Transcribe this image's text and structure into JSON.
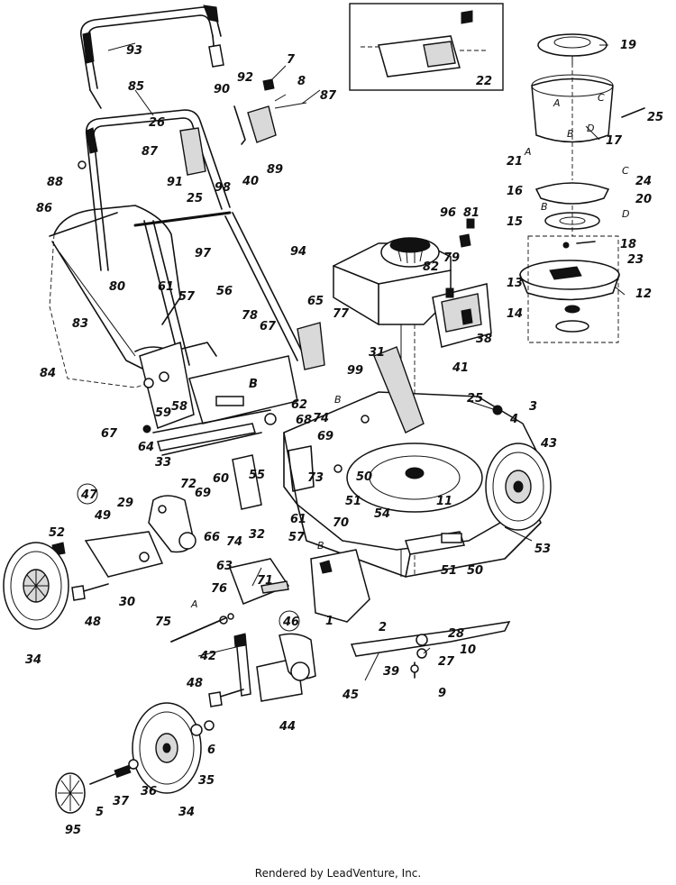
{
  "diagram": {
    "callouts": {
      "c93": "93",
      "c85": "85",
      "c7": "7",
      "c8": "8",
      "c87a": "87",
      "c92": "92",
      "c90": "90",
      "c26": "26",
      "c87b": "87",
      "c91": "91",
      "c89": "89",
      "c40": "40",
      "c25a": "25",
      "c98": "98",
      "c88": "88",
      "c86": "86",
      "c97": "97",
      "c94": "94",
      "c80": "80",
      "c61a": "61",
      "c57a": "57",
      "c56": "56",
      "c78": "78",
      "c65": "65",
      "c83": "83",
      "c67a": "67",
      "c77": "77",
      "c84": "84",
      "c59": "59",
      "c58": "58",
      "cB1": "B",
      "c67b": "67",
      "c64": "64",
      "c33": "33",
      "c72": "72",
      "c69a": "69",
      "c60": "60",
      "c55": "55",
      "c62": "62",
      "c68": "68",
      "c47": "47",
      "c29": "29",
      "c49": "49",
      "c66": "66",
      "c74a": "74",
      "c32": "32",
      "c61b": "61",
      "c57b": "57",
      "c52": "52",
      "c30": "30",
      "c48a": "48",
      "c34a": "34",
      "c63": "63",
      "c71": "71",
      "c76": "76",
      "cA": "A",
      "c75": "75",
      "c46": "46",
      "c1": "1",
      "c2": "2",
      "c42": "42",
      "c48b": "48",
      "c45": "45",
      "c44": "44",
      "c6": "6",
      "c35": "35",
      "c36": "36",
      "c37": "37",
      "c5": "5",
      "c34b": "34",
      "c95": "95",
      "c22": "22",
      "c19": "19",
      "c25b": "25",
      "c17": "17",
      "c21": "21",
      "c16": "16",
      "c24": "24",
      "c20": "20",
      "c15": "15",
      "c18": "18",
      "c23": "23",
      "c13": "13",
      "c12": "12",
      "c14": "14",
      "c96": "96",
      "c81": "81",
      "c82": "82",
      "c79": "79",
      "c38": "38",
      "c41": "41",
      "c31": "31",
      "c99": "99",
      "cB2": "B",
      "c74b": "74",
      "c69b": "69",
      "c73": "73",
      "c50a": "50",
      "c51a": "51",
      "c11": "11",
      "c25c": "25",
      "c3": "3",
      "c4": "4",
      "c43": "43",
      "c54": "54",
      "c70": "70",
      "cB3": "B",
      "c53": "53",
      "c51b": "51",
      "c50b": "50",
      "c28": "28",
      "c10": "10",
      "c27": "27",
      "c39": "39",
      "c9": "9",
      "cA2": "A",
      "cB4": "B",
      "cC": "C",
      "cD": "D",
      "cA3": "A",
      "cC2": "C",
      "cB5": "B",
      "cD2": "D"
    }
  },
  "footer": {
    "text": "Rendered by LeadVenture, Inc."
  }
}
